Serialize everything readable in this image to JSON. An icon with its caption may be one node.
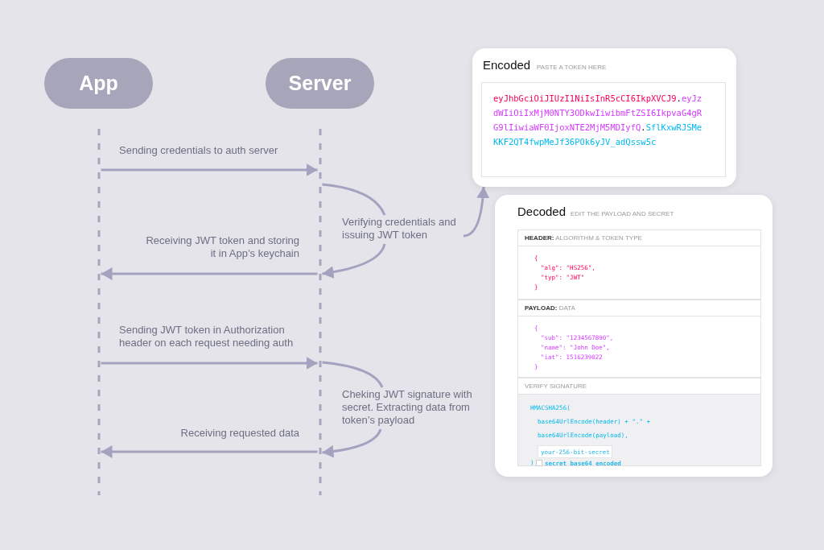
{
  "diagram": {
    "nodes": [
      {
        "text": [
          "App"
        ]
      },
      {
        "text": [
          "Server"
        ]
      },
      {
        "text": [
          "Verifying credentials and issuing JWT token"
        ]
      },
      {
        "text": [
          "Cheking JWT signature with secret. Extracting data from token’s payload"
        ]
      },
      {
        "text": [
          "Encoded",
          "PASTE A TOKEN HERE"
        ]
      },
      {
        "text": [
          "eyJhbGciOiJIUzI1NiIsInR5cCI6IkpXVCJ9.eyJzdWIiOiIxMjM0NTY3ODkwIiwibmFtZSI6IkpvaG4gRG9lIiwiaWF0IjoxNTE2MjM5MDIyfQ.SflKxwRJSMeKKF2QT4fwpMeJf36POk6yJV_adQssw5c"
        ],
        "in": 4
      },
      {
        "text": [
          "Decoded",
          "EDIT THE PAYLOAD AND SECRET"
        ]
      },
      {
        "text": [
          "**HEADER:** ALGORITHM & TOKEN TYPE",
          "{",
          "\"alg\": \"HS256\",",
          "\"typ\": \"JWT\"",
          "}"
        ],
        "in": 6
      },
      {
        "text": [
          "**PAYLOAD:** DATA",
          "{",
          "\"sub\": \"1234567890\",",
          "\"name\": \"John Doe\",",
          "\"iat\": 1516239022",
          "}"
        ],
        "in": 6
      },
      {
        "text": [
          "VERIFY SIGNATURE",
          "HMACSHA256(",
          "base64UrlEncode(header) + \".\" +",
          "base64UrlEncode(payload),",
          ")"
        ],
        "in": 6
      },
      {
        "text": [
          "your-256-bit-secret"
        ],
        "in": 9
      },
      {
        "text": [
          "secret base64 encoded"
        ],
        "in": 9
      }
    ],
    "edges": [
      {
        "from": 0,
        "to": 1,
        "arrow": "to",
        "label": "Sending credentials to auth server"
      },
      {
        "from": 1,
        "to": 2,
        "arrow": "none"
      },
      {
        "from": 2,
        "to": 1,
        "arrow": "to"
      },
      {
        "from": 2,
        "to": 4,
        "arrow": "to"
      },
      {
        "from": 1,
        "to": 0,
        "arrow": "to",
        "label": "Receiving JWT token and storing it in App’s keychain"
      },
      {
        "from": 0,
        "to": 1,
        "arrow": "to",
        "label": "Sending JWT token in Authorization header on each request needing auth"
      },
      {
        "from": 1,
        "to": 3,
        "arrow": "none"
      },
      {
        "from": 3,
        "to": 1,
        "arrow": "to"
      },
      {
        "from": 1,
        "to": 0,
        "arrow": "to",
        "label": "Receiving requested data"
      }
    ]
  }
}
